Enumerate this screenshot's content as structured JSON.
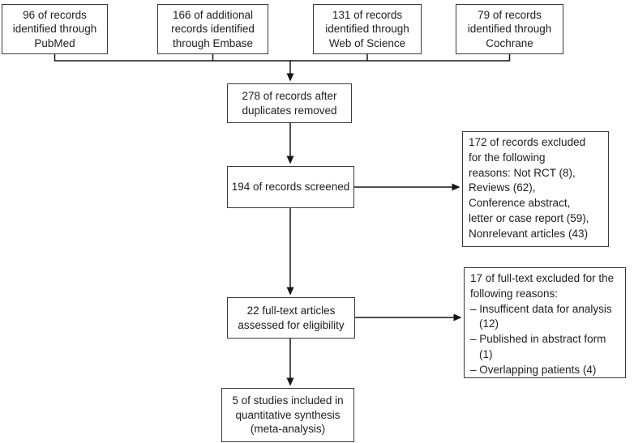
{
  "colors": {
    "background": "#ffffff",
    "box_border": "#3a3a3a",
    "text": "#1e1e1e",
    "connector_line": "#161616"
  },
  "flowchart": {
    "source_boxes": [
      {
        "text": "96 of records identified through PubMed"
      },
      {
        "text": "166 of additional records identified through Embase"
      },
      {
        "text": "131 of records identified through Web of Science"
      },
      {
        "text": "79 of records identified through Cochrane"
      }
    ],
    "after_duplicates": {
      "text": "278 of records after duplicates removed"
    },
    "screened": {
      "text": "194 of records screened"
    },
    "records_excluded": {
      "lines": [
        "172 of records excluded",
        "for the following",
        "reasons: Not RCT (8),",
        "Reviews (62),",
        "Conference abstract,",
        "letter or case report (59),",
        "Nonrelevant articles (43)"
      ]
    },
    "full_text_assessed": {
      "text": "22 full-text articles assessed for eligibility"
    },
    "full_text_excluded": {
      "intro": "17 of full-text excluded for the following reasons:",
      "items": [
        "– Insufficent data for analysis (12)",
        "– Published in abstract form (1)",
        "– Overlapping patients (4)"
      ]
    },
    "included": {
      "text": "5 of studies included in quantitative synthesis (meta-analysis)"
    }
  }
}
